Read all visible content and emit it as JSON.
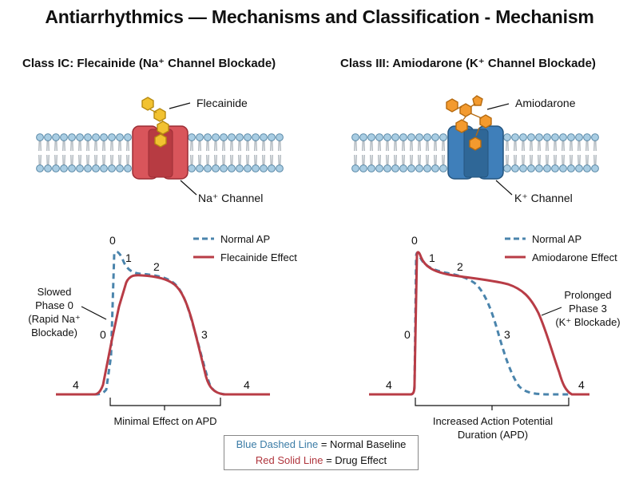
{
  "title": "Antiarrhythmics — Mechanisms and Classification - Mechanism",
  "colors": {
    "normal_ap": "#4a84ac",
    "drug_effect": "#b83c46",
    "na_channel": "#d9555b",
    "k_channel": "#3f7fba",
    "flecainide": "#f2c230",
    "amiodarone": "#f39a2e",
    "membrane_head": "#a9cde3"
  },
  "left": {
    "panel_title": "Class IC: Flecainide (Na⁺ Channel Blockade)",
    "drug_label": "Flecainide",
    "channel_label": "Na⁺ Channel",
    "legend_normal": "Normal AP",
    "legend_drug": "Flecainide Effect",
    "phases": {
      "p0_top": "0",
      "p1": "1",
      "p2": "2",
      "p3": "3",
      "p4_left": "4",
      "p4_right": "4",
      "p0_mid": "0"
    },
    "note": [
      "Slowed",
      "Phase 0",
      "(Rapid Na⁺",
      "Blockade)"
    ],
    "bracket_label": "Minimal Effect on APD"
  },
  "right": {
    "panel_title": "Class III: Amiodarone (K⁺ Channel Blockade)",
    "drug_label": "Amiodarone",
    "channel_label": "K⁺ Channel",
    "legend_normal": "Normal AP",
    "legend_drug": "Amiodarone Effect",
    "phases": {
      "p0_top": "0",
      "p1": "1",
      "p2": "2",
      "p3": "3",
      "p4_left": "4",
      "p4_right": "4",
      "p0_mid": "0"
    },
    "note": [
      "Prolonged",
      "Phase 3",
      "(K⁺ Blockade)"
    ],
    "bracket_label": [
      "Increased Action Potential",
      "Duration (APD)"
    ]
  },
  "legend": {
    "blue_label": "Blue Dashed Line",
    "blue_rest": " = Normal Baseline",
    "red_label": "Red Solid Line",
    "red_rest": " = Drug Effect"
  }
}
